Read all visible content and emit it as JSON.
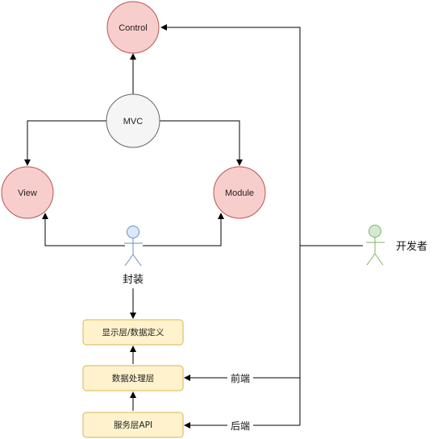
{
  "nodes": {
    "control": "Control",
    "mvc": "MVC",
    "view": "View",
    "module": "Module"
  },
  "actors": {
    "wrapper": "封装",
    "developer": "开发者"
  },
  "layers": {
    "display": "显示层/数据定义",
    "processing": "数据处理层",
    "service": "服务层API"
  },
  "edges": {
    "frontend": "前端",
    "backend": "后端"
  },
  "colors": {
    "red_fill": "#f8cecc",
    "red_stroke": "#b85450",
    "gray_fill": "#f5f5f5",
    "gray_stroke": "#666666",
    "yellow_fill": "#fff2cc",
    "yellow_stroke": "#d6b656",
    "blue_actor_fill": "#dae8fc",
    "blue_actor_stroke": "#6c8ebf",
    "green_actor_fill": "#d5e8d4",
    "green_actor_stroke": "#82b366"
  }
}
